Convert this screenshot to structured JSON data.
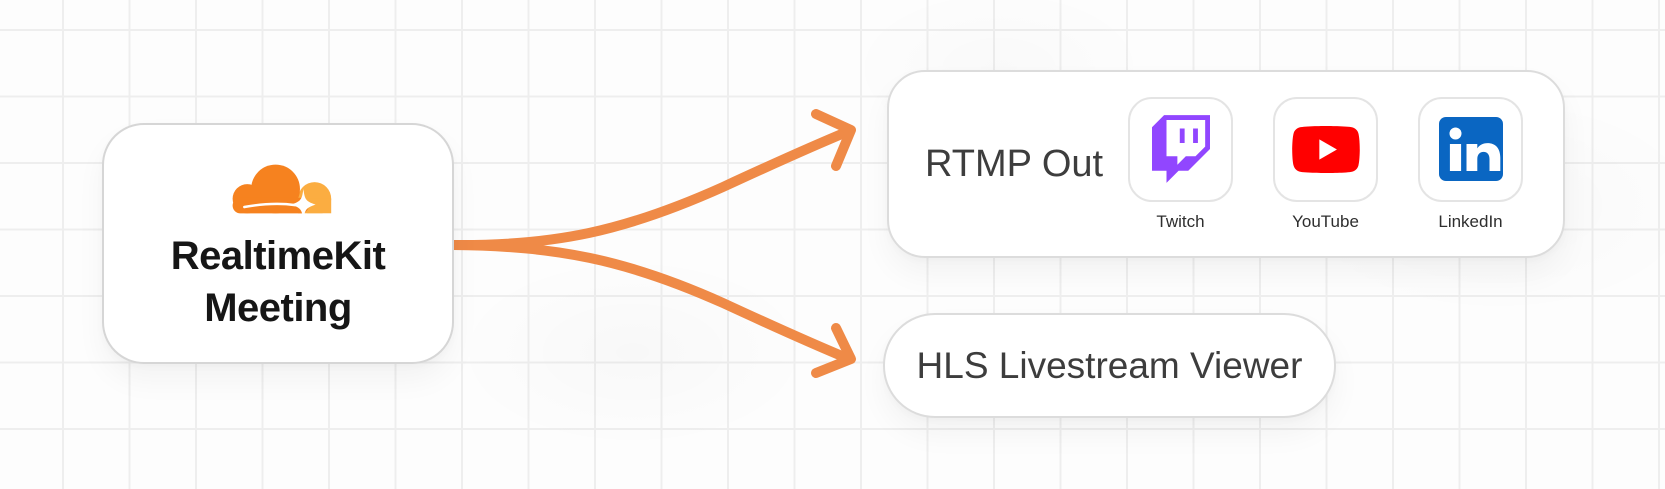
{
  "diagram": {
    "source": {
      "logo": "cloudflare-logo",
      "title_line1": "RealtimeKit",
      "title_line2": "Meeting"
    },
    "rtmp": {
      "label": "RTMP Out",
      "destinations": [
        {
          "name": "Twitch",
          "icon": "twitch-icon"
        },
        {
          "name": "YouTube",
          "icon": "youtube-icon"
        },
        {
          "name": "LinkedIn",
          "icon": "linkedin-icon"
        }
      ]
    },
    "hls": {
      "label": "HLS Livestream Viewer"
    }
  },
  "colors": {
    "arrow": "#EF8A47",
    "cloudflare_orange": "#F6821F",
    "cloudflare_light_orange": "#FBAD41",
    "twitch_purple": "#9146FF",
    "youtube_red": "#FF0000",
    "linkedin_blue": "#0A66C2",
    "node_border": "#DCDCDC",
    "grid_line": "#EEEEEE",
    "title_text": "#161616",
    "label_text": "#3D3D3D"
  }
}
